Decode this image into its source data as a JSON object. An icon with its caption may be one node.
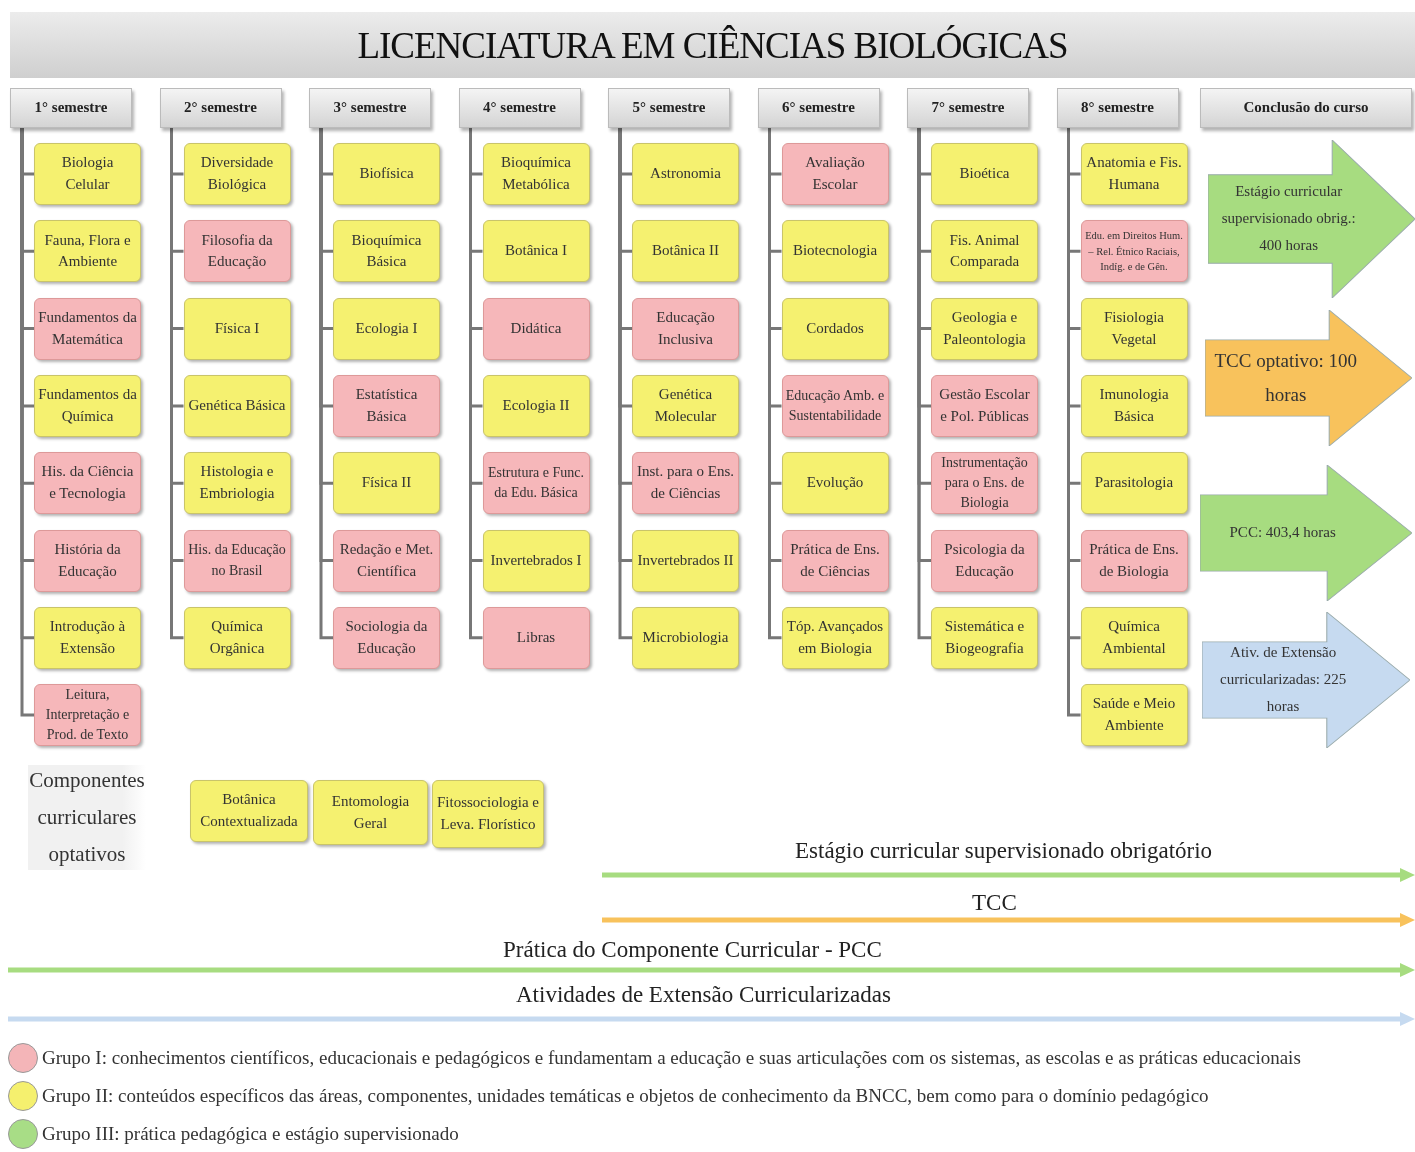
{
  "diagram": {
    "title": "LICENCIATURA EM CIÊNCIAS BIOLÓGICAS",
    "nodes": [
      {
        "text": [
          "1° semestre"
        ]
      },
      {
        "text": [
          "Biologia Celular"
        ]
      },
      {
        "text": [
          "Fauna, Flora e Ambiente"
        ]
      },
      {
        "text": [
          "Fundamentos da Matemática"
        ]
      },
      {
        "text": [
          "Fundamentos da Química"
        ]
      },
      {
        "text": [
          "His. da Ciência e Tecnologia"
        ]
      },
      {
        "text": [
          "História da Educação"
        ]
      },
      {
        "text": [
          "Introdução à Extensão"
        ]
      },
      {
        "text": [
          "Leitura, Interpretação e Prod. de Texto"
        ]
      },
      {
        "text": [
          "2° semestre"
        ]
      },
      {
        "text": [
          "Diversidade Biológica"
        ]
      },
      {
        "text": [
          "Filosofia da Educação"
        ]
      },
      {
        "text": [
          "Física I"
        ]
      },
      {
        "text": [
          "Genética Básica"
        ]
      },
      {
        "text": [
          "Histologia e Embriologia"
        ]
      },
      {
        "text": [
          "His. da Educação no Brasil"
        ]
      },
      {
        "text": [
          "Química Orgânica"
        ]
      },
      {
        "text": [
          "3° semestre"
        ]
      },
      {
        "text": [
          "Biofísica"
        ]
      },
      {
        "text": [
          "Bioquímica Básica"
        ]
      },
      {
        "text": [
          "Ecologia I"
        ]
      },
      {
        "text": [
          "Estatística Básica"
        ]
      },
      {
        "text": [
          "Física II"
        ]
      },
      {
        "text": [
          "Redação e Met. Científica"
        ]
      },
      {
        "text": [
          "Sociologia da Educação"
        ]
      },
      {
        "text": [
          "4° semestre"
        ]
      },
      {
        "text": [
          "Bioquímica Metabólica"
        ]
      },
      {
        "text": [
          "Botânica I"
        ]
      },
      {
        "text": [
          "Didática"
        ]
      },
      {
        "text": [
          "Ecologia II"
        ]
      },
      {
        "text": [
          "Estrutura e Func. da Edu. Básica"
        ]
      },
      {
        "text": [
          "Invertebrados I"
        ]
      },
      {
        "text": [
          "Libras"
        ]
      },
      {
        "text": [
          "5° semestre"
        ]
      },
      {
        "text": [
          "Astronomia"
        ]
      },
      {
        "text": [
          "Botânica II"
        ]
      },
      {
        "text": [
          "Educação Inclusiva"
        ]
      },
      {
        "text": [
          "Genética Molecular"
        ]
      },
      {
        "text": [
          "Inst. para o Ens. de Ciências"
        ]
      },
      {
        "text": [
          "Invertebrados II"
        ]
      },
      {
        "text": [
          "Microbiologia"
        ]
      },
      {
        "text": [
          "6° semestre"
        ]
      },
      {
        "text": [
          "Avaliação Escolar"
        ]
      },
      {
        "text": [
          "Biotecnologia"
        ]
      },
      {
        "text": [
          "Cordados"
        ]
      },
      {
        "text": [
          "Educação Amb. e Sustentabilidade"
        ]
      },
      {
        "text": [
          "Evolução"
        ]
      },
      {
        "text": [
          "Prática de Ens. de Ciências"
        ]
      },
      {
        "text": [
          "Tóp. Avançados em Biologia"
        ]
      },
      {
        "text": [
          "7° semestre"
        ]
      },
      {
        "text": [
          "Bioética"
        ]
      },
      {
        "text": [
          "Fis. Animal Comparada"
        ]
      },
      {
        "text": [
          "Geologia e Paleontologia"
        ]
      },
      {
        "text": [
          "Gestão Escolar e Pol. Públicas"
        ]
      },
      {
        "text": [
          "Instrumentação para o Ens. de Biologia"
        ]
      },
      {
        "text": [
          "Psicologia da Educação"
        ]
      },
      {
        "text": [
          "Sistemática e Biogeografia"
        ]
      },
      {
        "text": [
          "8° semestre"
        ]
      },
      {
        "text": [
          "Anatomia e Fis. Humana"
        ]
      },
      {
        "text": [
          "Edu. em Direitos Hum. – Rel. Étnico Raciais, Indíg. e de Gên."
        ]
      },
      {
        "text": [
          "Fisiologia Vegetal"
        ]
      },
      {
        "text": [
          "Imunologia Básica"
        ]
      },
      {
        "text": [
          "Parasitologia"
        ]
      },
      {
        "text": [
          "Prática de Ens. de Biologia"
        ]
      },
      {
        "text": [
          "Química Ambiental"
        ]
      },
      {
        "text": [
          "Saúde e Meio Ambiente"
        ]
      },
      {
        "text": [
          "Conclusão do curso"
        ]
      },
      {
        "text": [
          "Estágio curricular supervisionado obrig.: 400 horas"
        ]
      },
      {
        "text": [
          "TCC optativo: 100 horas"
        ]
      },
      {
        "text": [
          "PCC: 403,4 horas"
        ]
      },
      {
        "text": [
          "Ativ. de Extensão curricularizadas: 225 horas"
        ]
      },
      {
        "text": [
          "Componentes curriculares optativos"
        ]
      },
      {
        "text": [
          "Botânica Contextualizada"
        ]
      },
      {
        "text": [
          "Entomologia Geral"
        ]
      },
      {
        "text": [
          "Fitossociologia e Leva. Florístico"
        ]
      }
    ],
    "edges": [
      {
        "from": 0,
        "to": 1,
        "arrow": "none"
      },
      {
        "from": 0,
        "to": 2,
        "arrow": "none"
      },
      {
        "from": 0,
        "to": 3,
        "arrow": "none"
      },
      {
        "from": 0,
        "to": 4,
        "arrow": "none"
      },
      {
        "from": 0,
        "to": 5,
        "arrow": "none"
      },
      {
        "from": 0,
        "to": 6,
        "arrow": "none"
      },
      {
        "from": 0,
        "to": 7,
        "arrow": "none"
      },
      {
        "from": 0,
        "to": 8,
        "arrow": "none"
      },
      {
        "from": 9,
        "to": 10,
        "arrow": "none"
      },
      {
        "from": 9,
        "to": 11,
        "arrow": "none"
      },
      {
        "from": 9,
        "to": 12,
        "arrow": "none"
      },
      {
        "from": 9,
        "to": 13,
        "arrow": "none"
      },
      {
        "from": 9,
        "to": 14,
        "arrow": "none"
      },
      {
        "from": 9,
        "to": 15,
        "arrow": "none"
      },
      {
        "from": 9,
        "to": 16,
        "arrow": "none"
      },
      {
        "from": 17,
        "to": 18,
        "arrow": "none"
      },
      {
        "from": 17,
        "to": 19,
        "arrow": "none"
      },
      {
        "from": 17,
        "to": 20,
        "arrow": "none"
      },
      {
        "from": 17,
        "to": 21,
        "arrow": "none"
      },
      {
        "from": 17,
        "to": 22,
        "arrow": "none"
      },
      {
        "from": 17,
        "to": 23,
        "arrow": "none"
      },
      {
        "from": 17,
        "to": 24,
        "arrow": "none"
      },
      {
        "from": 25,
        "to": 26,
        "arrow": "none"
      },
      {
        "from": 25,
        "to": 27,
        "arrow": "none"
      },
      {
        "from": 25,
        "to": 28,
        "arrow": "none"
      },
      {
        "from": 25,
        "to": 29,
        "arrow": "none"
      },
      {
        "from": 25,
        "to": 30,
        "arrow": "none"
      },
      {
        "from": 25,
        "to": 31,
        "arrow": "none"
      },
      {
        "from": 25,
        "to": 32,
        "arrow": "none"
      },
      {
        "from": 33,
        "to": 34,
        "arrow": "none"
      },
      {
        "from": 33,
        "to": 35,
        "arrow": "none"
      },
      {
        "from": 33,
        "to": 36,
        "arrow": "none"
      },
      {
        "from": 33,
        "to": 37,
        "arrow": "none"
      },
      {
        "from": 33,
        "to": 38,
        "arrow": "none"
      },
      {
        "from": 33,
        "to": 39,
        "arrow": "none"
      },
      {
        "from": 33,
        "to": 40,
        "arrow": "none"
      },
      {
        "from": 41,
        "to": 42,
        "arrow": "none"
      },
      {
        "from": 41,
        "to": 43,
        "arrow": "none"
      },
      {
        "from": 41,
        "to": 44,
        "arrow": "none"
      },
      {
        "from": 41,
        "to": 45,
        "arrow": "none"
      },
      {
        "from": 41,
        "to": 46,
        "arrow": "none"
      },
      {
        "from": 41,
        "to": 47,
        "arrow": "none"
      },
      {
        "from": 41,
        "to": 48,
        "arrow": "none"
      },
      {
        "from": 49,
        "to": 50,
        "arrow": "none"
      },
      {
        "from": 49,
        "to": 51,
        "arrow": "none"
      },
      {
        "from": 49,
        "to": 52,
        "arrow": "none"
      },
      {
        "from": 49,
        "to": 53,
        "arrow": "none"
      },
      {
        "from": 49,
        "to": 54,
        "arrow": "none"
      },
      {
        "from": 49,
        "to": 55,
        "arrow": "none"
      },
      {
        "from": 49,
        "to": 56,
        "arrow": "none"
      },
      {
        "from": 57,
        "to": 58,
        "arrow": "none"
      },
      {
        "from": 57,
        "to": 59,
        "arrow": "none"
      },
      {
        "from": 57,
        "to": 60,
        "arrow": "none"
      },
      {
        "from": 57,
        "to": 61,
        "arrow": "none"
      },
      {
        "from": 57,
        "to": 62,
        "arrow": "none"
      },
      {
        "from": 57,
        "to": 63,
        "arrow": "none"
      },
      {
        "from": 57,
        "to": 64,
        "arrow": "none"
      },
      {
        "from": 57,
        "to": 65,
        "arrow": "none"
      }
    ],
    "labels": [
      "Estágio curricular supervisionado obrigatório",
      "TCC",
      "Prática do Componente Curricular - PCC",
      "Atividades de Extensão Curricularizadas"
    ],
    "legend": [
      {
        "text": "Grupo I: conhecimentos científicos, educacionais e pedagógicos e fundamentam a educação e suas articulações com os sistemas, as escolas e as práticas educacionais",
        "color": "#f4b5b8"
      },
      {
        "text": "Grupo II: conteúdos específicos das áreas, componentes, unidades temáticas e objetos de conhecimento da BNCC, bem como para o domínio pedagógico",
        "color": "#f5f06e"
      },
      {
        "text": "Grupo III: prática pedagógica e estágio supervisionado",
        "color": "#a8dd86"
      }
    ]
  }
}
